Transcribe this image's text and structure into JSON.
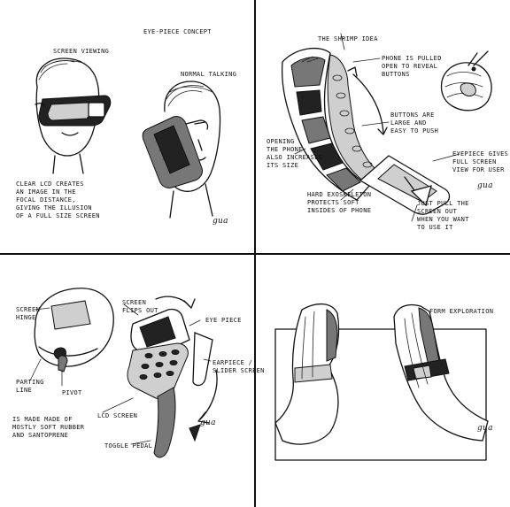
{
  "panel_tl": {
    "title": "EYE-PIECE CONCEPT",
    "label_screen_viewing": "SCREEN VIEWING",
    "label_normal_talking": "NORMAL TALKING",
    "note": "CLEAR LCD CREATES\nAN IMAGE IN THE\nFOCAL DISTANCE,\nGIVING THE ILLUSION\nOF A FULL SIZE SCREEN",
    "signature": "gua"
  },
  "panel_tr": {
    "title": "THE SHRIMP IDEA",
    "label_phone_pulled": "PHONE IS PULLED\nOPEN TO REVEAL\nBUTTONS",
    "label_buttons_large": "BUTTONS ARE\nLARGE AND\nEASY TO PUSH",
    "label_opening": "OPENING\nTHE PHONE\nALSO INCREASES\nITS SIZE",
    "label_exoskeleton": "HARD EXOSKELETON\nPROTECTS SOFT\nINSIDES OF PHONE",
    "label_eyepiece": "EYEPIECE GIVES\nFULL SCREEN\nVIEW FOR USER",
    "label_pull_screen": "JUST PULL THE\nSCREEN OUT\nWHEN YOU WANT\nTO USE IT",
    "signature": "gua"
  },
  "panel_bl": {
    "label_screen_hinge": "SCREEN\nHINGE",
    "label_screen_flips": "SCREEN\nFLIPS OUT",
    "label_eye_piece": "EYE PIECE",
    "label_earpiece": "EARPIECE /\nSLIDER SCREEN",
    "label_parting_line": "PARTING\nLINE",
    "label_pivot": "PIVOT",
    "label_made_of": "IS MADE MADE OF\nMOSTLY SOFT RUBBER\nAND SANTOPRENE",
    "label_lcd": "LCD SCREEN",
    "label_toggle": "TOGGLE PEDAL",
    "signature": "gua"
  },
  "panel_br": {
    "title": "FORM EXPLORATION",
    "signature": "gua"
  }
}
